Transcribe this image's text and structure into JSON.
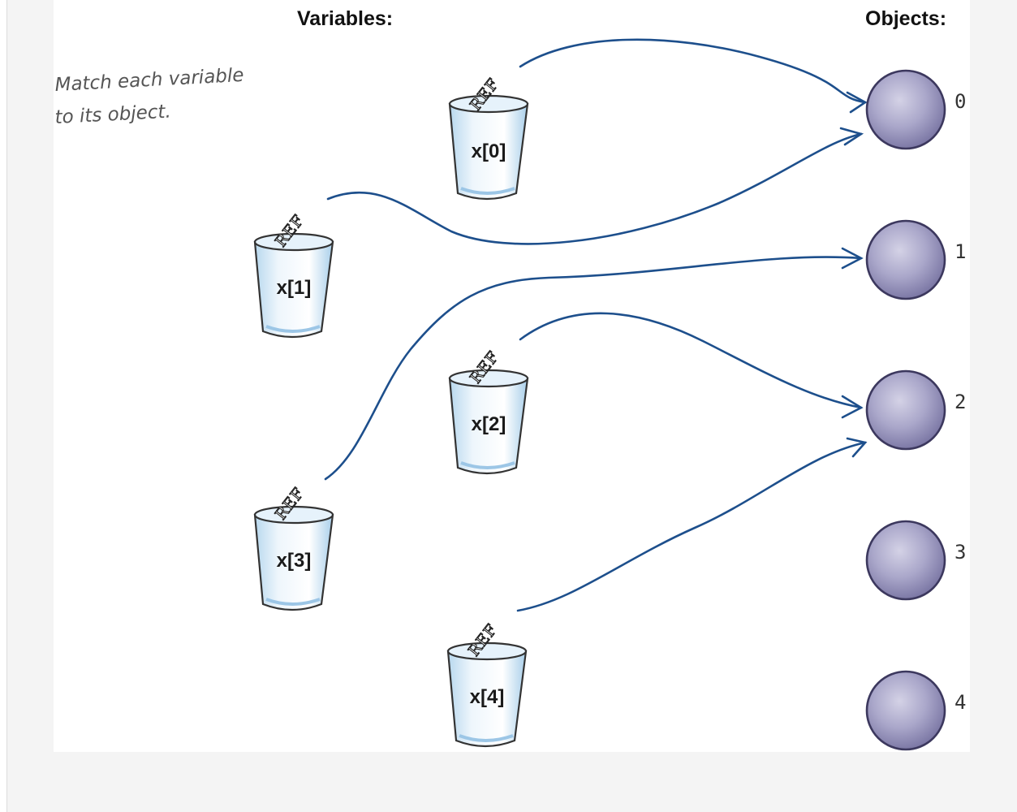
{
  "headers": {
    "variables": "Variables:",
    "objects": "Objects:"
  },
  "note": {
    "line1": "Match each variable",
    "line2": "to its object."
  },
  "ref_label": "REF",
  "variables": [
    {
      "label": "x[0]",
      "points_to": 0
    },
    {
      "label": "x[1]",
      "points_to": 0
    },
    {
      "label": "x[2]",
      "points_to": 2
    },
    {
      "label": "x[3]",
      "points_to": 1
    },
    {
      "label": "x[4]",
      "points_to": 2
    }
  ],
  "objects": [
    {
      "index": "0"
    },
    {
      "index": "1"
    },
    {
      "index": "2"
    },
    {
      "index": "3"
    },
    {
      "index": "4"
    }
  ],
  "colors": {
    "arrow": "#1d4f8c",
    "object_fill": "#a9a6c9",
    "cup_fill": "#d6e9f6"
  }
}
